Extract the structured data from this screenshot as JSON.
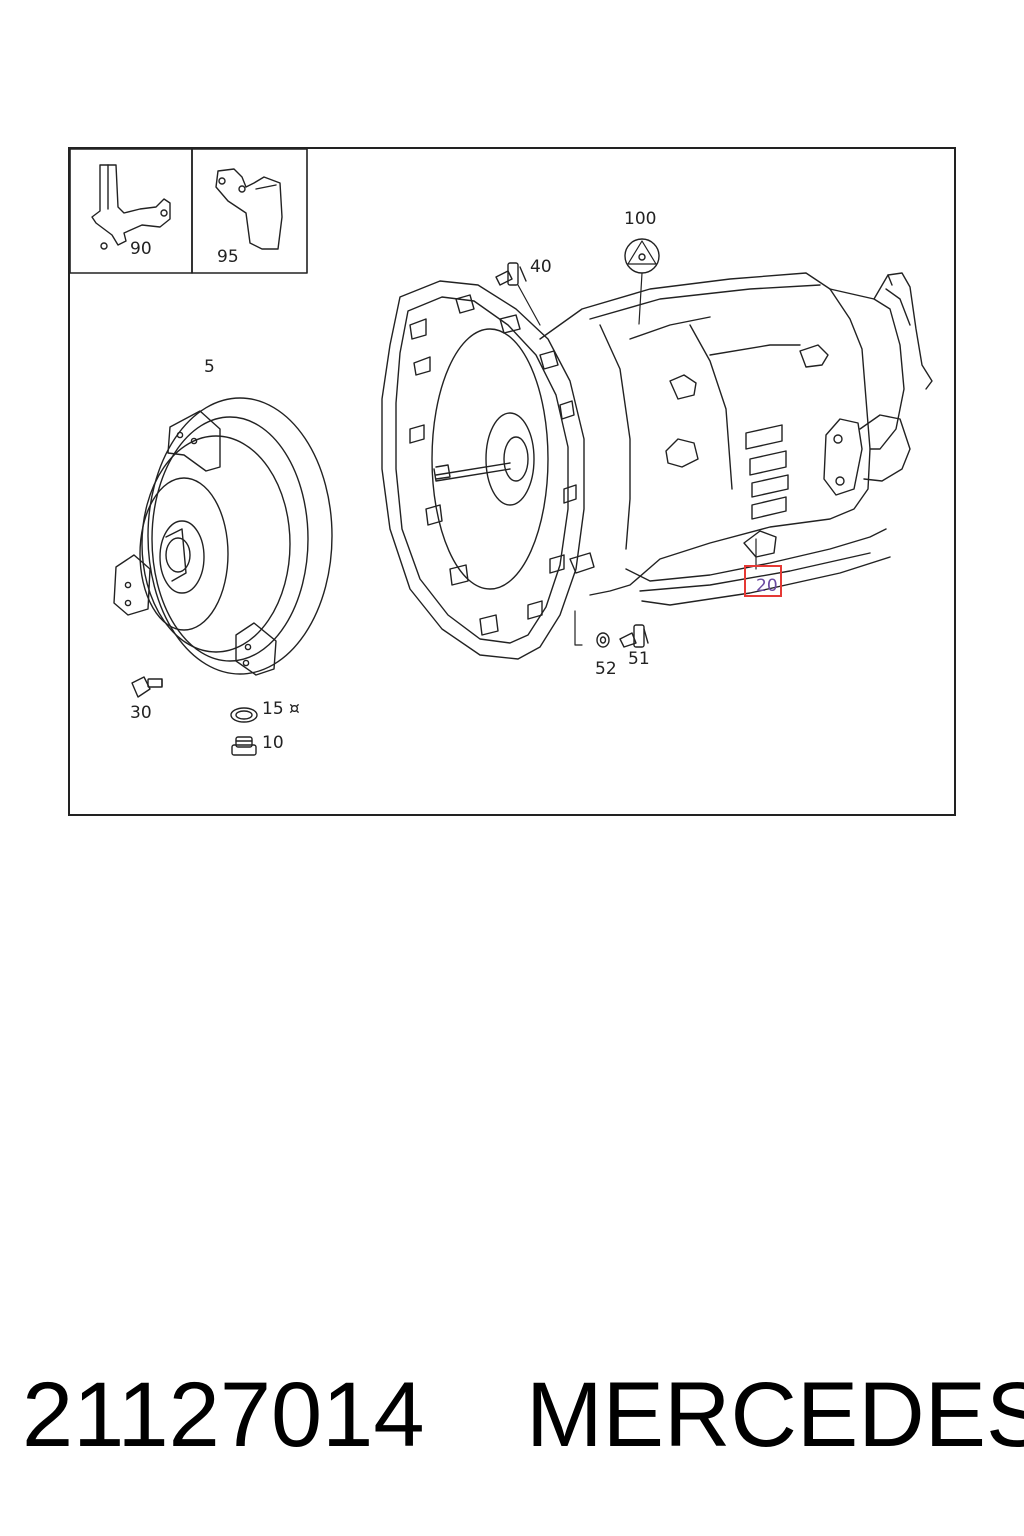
{
  "diagram": {
    "callouts": {
      "c90": "90",
      "c95": "95",
      "c100": "100",
      "c40": "40",
      "c5": "5",
      "c20": "20",
      "c52": "52",
      "c51": "51",
      "c30": "30",
      "c15": "15 ¤",
      "c10": "10"
    },
    "highlighted_part": "20",
    "highlight_color": "#e53935"
  },
  "footer": {
    "part_number": "21127014",
    "brand": "MERCEDES"
  }
}
